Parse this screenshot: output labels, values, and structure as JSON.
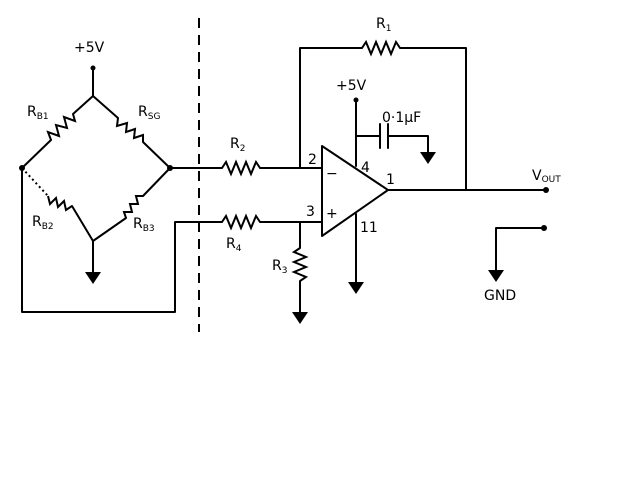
{
  "supply_bridge": "+5V",
  "supply_opamp": "+5V",
  "rb1": {
    "main": "R",
    "sub": "B1"
  },
  "rsg": {
    "main": "R",
    "sub": "SG"
  },
  "rb2": {
    "main": "R",
    "sub": "B2"
  },
  "rb3": {
    "main": "R",
    "sub": "B3"
  },
  "r1": {
    "main": "R",
    "sub": "1"
  },
  "r2": {
    "main": "R",
    "sub": "2"
  },
  "r3": {
    "main": "R",
    "sub": "3"
  },
  "r4": {
    "main": "R",
    "sub": "4"
  },
  "capacitor": "0·1μF",
  "pin2": "2",
  "pin3": "3",
  "pin4": "4",
  "pin1": "1",
  "pin11": "11",
  "minus": "−",
  "plus": "+",
  "vout": {
    "main": "V",
    "sub": "OUT"
  },
  "gnd": "GND"
}
